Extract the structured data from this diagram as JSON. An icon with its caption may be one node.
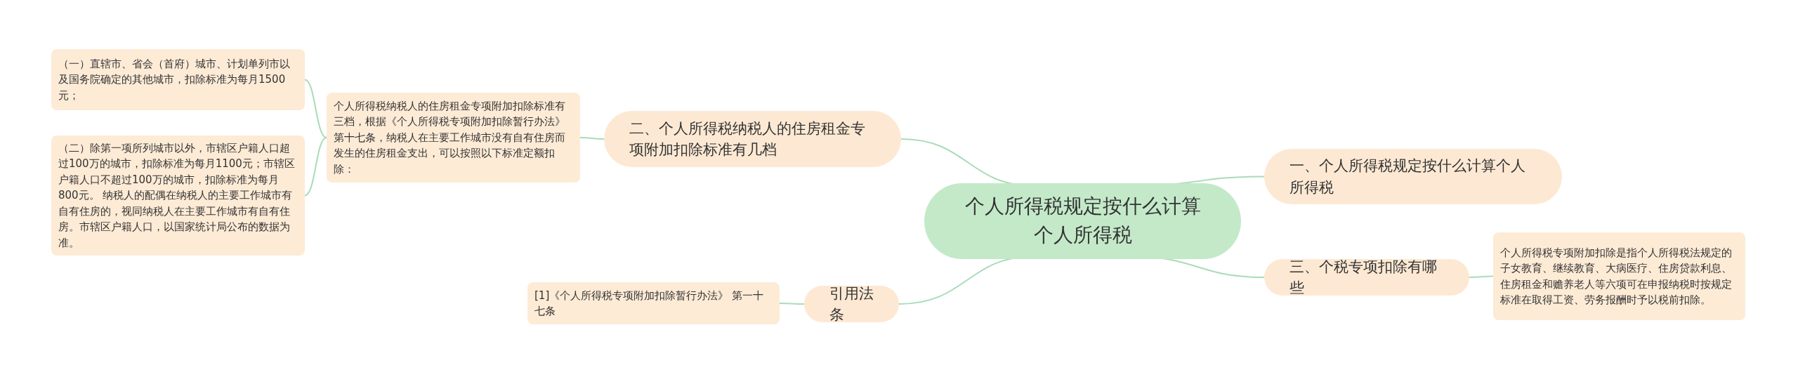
{
  "diagram": {
    "nodes": [
      {
        "text": [
          "个人所得税规定按什么计算个人所得税"
        ]
      },
      {
        "text": [
          "一、个人所得税规定按什么计算个人所得税"
        ]
      },
      {
        "text": [
          "二、个人所得税纳税人的住房租金专项附加扣除标准有几档"
        ]
      },
      {
        "text": [
          "个人所得税纳税人的住房租金专项附加扣除标准有三档，根据《个人所得税专项附加扣除暂行办法》第十七条，纳税人在主要工作城市没有自有住房而发生的住房租金支出，可以按照以下标准定额扣除："
        ]
      },
      {
        "text": [
          "（一）直辖市、省会（首府）城市、计划单列市以及国务院确定的其他城市，扣除标准为每月1500元；"
        ]
      },
      {
        "text": [
          "（二）除第一项所列城市以外，市辖区户籍人口超过100万的城市，扣除标准为每月1100元；市辖区户籍人口不超过100万的城市，扣除标准为每月800元。 纳税人的配偶在纳税人的主要工作城市有自有住房的，视同纳税人在主要工作城市有自有住房。市辖区户籍人口，以国家统计局公布的数据为准。"
        ]
      },
      {
        "text": [
          "三、个税专项扣除有哪些"
        ]
      },
      {
        "text": [
          "个人所得税专项附加扣除是指个人所得税法规定的子女教育、继续教育、大病医疗、住房贷款利息、住房租金和赡养老人等六项可在申报纳税时按规定标准在取得工资、劳务报酬时予以税前扣除。"
        ]
      },
      {
        "text": [
          "引用法条"
        ]
      },
      {
        "text": [
          "[1]《个人所得税专项附加扣除暂行办法》 第一十七条"
        ]
      }
    ],
    "edges": [
      {
        "from": 0,
        "to": 1,
        "arrow": "none"
      },
      {
        "from": 0,
        "to": 2,
        "arrow": "none"
      },
      {
        "from": 2,
        "to": 3,
        "arrow": "none"
      },
      {
        "from": 3,
        "to": 4,
        "arrow": "none"
      },
      {
        "from": 3,
        "to": 5,
        "arrow": "none"
      },
      {
        "from": 0,
        "to": 6,
        "arrow": "none"
      },
      {
        "from": 6,
        "to": 7,
        "arrow": "none"
      },
      {
        "from": 0,
        "to": 8,
        "arrow": "none"
      },
      {
        "from": 8,
        "to": 9,
        "arrow": "none"
      }
    ]
  }
}
